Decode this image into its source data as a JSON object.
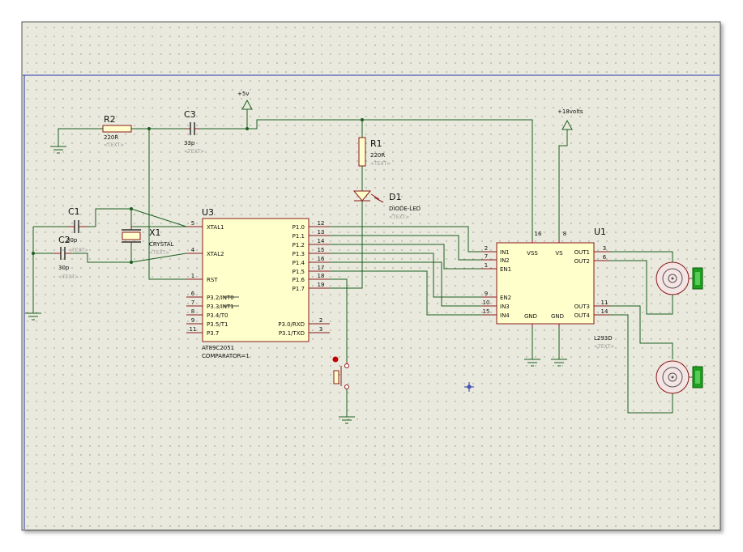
{
  "components": {
    "r2": {
      "ref": "R2",
      "value": "220R",
      "tag": "<TEXT>"
    },
    "r1": {
      "ref": "R1",
      "value": "220R",
      "tag": "<TEXT>"
    },
    "c3": {
      "ref": "C3",
      "value": "33p",
      "tag": "<TEXT>"
    },
    "c1": {
      "ref": "C1",
      "value": "30p",
      "tag": "<TEXT>"
    },
    "c2": {
      "ref": "C2",
      "value": "30p",
      "tag": "<TEXT>"
    },
    "x1": {
      "ref": "X1",
      "value": "CRYSTAL",
      "tag": "<TEXT>"
    },
    "d1": {
      "ref": "D1",
      "value": "DIODE-LED",
      "tag": "<TEXT>"
    },
    "u3": {
      "ref": "U3",
      "part": "AT89C2051",
      "note": "COMPARATOR=1"
    },
    "u1": {
      "ref": "U1",
      "part": "L293D",
      "tag": "<TEXT>"
    }
  },
  "power": {
    "v5": "+5v",
    "v18": "+18volts"
  },
  "u3_left_pins": [
    {
      "num": "5",
      "name": "XTAL1"
    },
    {
      "num": "4",
      "name": "XTAL2"
    },
    {
      "num": "1",
      "name": "RST"
    },
    {
      "num": "6",
      "name": "P3.2/INT0"
    },
    {
      "num": "7",
      "name": "P3.3/INT1"
    },
    {
      "num": "8",
      "name": "P3.4/T0"
    },
    {
      "num": "9",
      "name": "P3.5/T1"
    },
    {
      "num": "11",
      "name": "P3.7"
    }
  ],
  "u3_right_pins": [
    {
      "num": "12",
      "name": "P1.0"
    },
    {
      "num": "13",
      "name": "P1.1"
    },
    {
      "num": "14",
      "name": "P1.2"
    },
    {
      "num": "15",
      "name": "P1.3"
    },
    {
      "num": "16",
      "name": "P1.4"
    },
    {
      "num": "17",
      "name": "P1.5"
    },
    {
      "num": "18",
      "name": "P1.6"
    },
    {
      "num": "19",
      "name": "P1.7"
    },
    {
      "num": "2",
      "name": "P3.0/RXD"
    },
    {
      "num": "3",
      "name": "P3.1/TXD"
    }
  ],
  "u1_left_pins": [
    {
      "num": "2",
      "name": "IN1"
    },
    {
      "num": "7",
      "name": "IN2"
    },
    {
      "num": "1",
      "name": "EN1"
    },
    {
      "num": "9",
      "name": "EN2"
    },
    {
      "num": "10",
      "name": "IN3"
    },
    {
      "num": "15",
      "name": "IN4"
    }
  ],
  "u1_right_pins": [
    {
      "num": "3",
      "name": "OUT1"
    },
    {
      "num": "6",
      "name": "OUT2"
    },
    {
      "num": "11",
      "name": "OUT3"
    },
    {
      "num": "14",
      "name": "OUT4"
    }
  ],
  "u1_top_pins": [
    {
      "num": "16",
      "name": "VSS"
    },
    {
      "num": "8",
      "name": "VS"
    }
  ],
  "u1_gnd": {
    "name": "GND"
  },
  "colors": {
    "wire": "#1b5e20",
    "pin": "#8b1a1a",
    "ic_fill": "#ffffcc",
    "canvas": "#e9e9dd",
    "motor_terminal": "#1e9e1e"
  }
}
